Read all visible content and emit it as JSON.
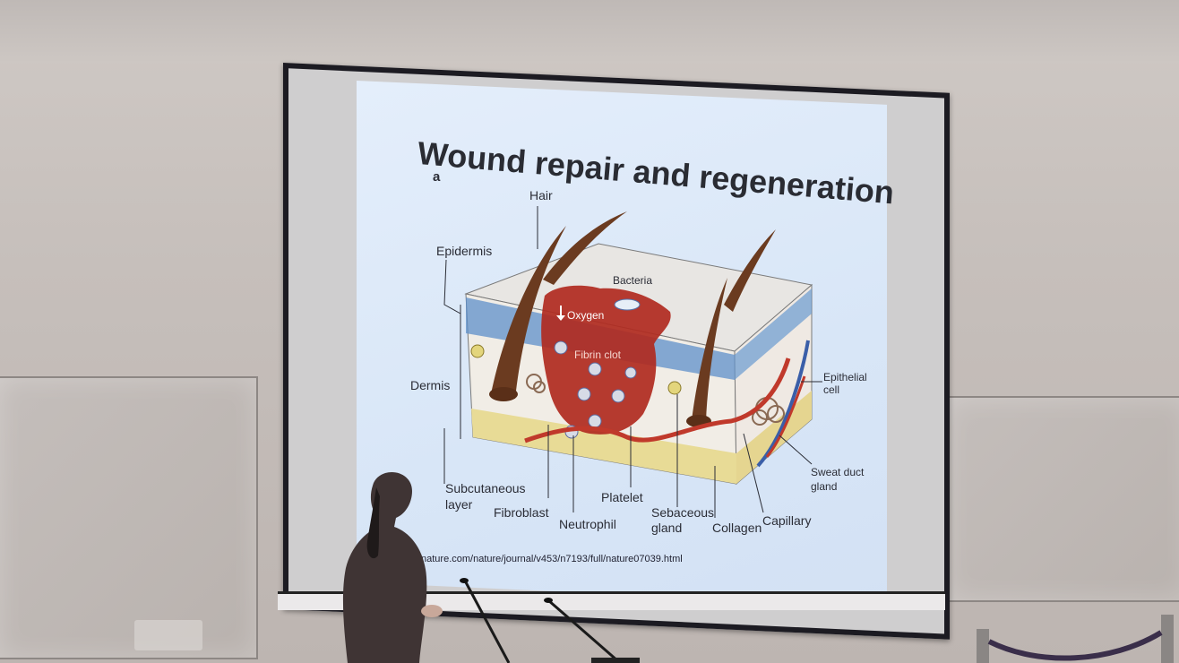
{
  "slide": {
    "title": "Wound repair and regeneration",
    "panel_letter": "a",
    "labels": {
      "hair": "Hair",
      "epidermis": "Epidermis",
      "bacteria": "Bacteria",
      "oxygen": "Oxygen",
      "fibrin_clot": "Fibrin clot",
      "epithelial_cell_1": "Epithelial",
      "epithelial_cell_2": "cell",
      "dermis": "Dermis",
      "subcutaneous_1": "Subcutaneous",
      "subcutaneous_2": "layer",
      "fibroblast": "Fibroblast",
      "neutrophil": "Neutrophil",
      "platelet": "Platelet",
      "sebaceous_1": "Sebaceous",
      "sebaceous_2": "gland",
      "collagen": "Collagen",
      "capillary": "Capillary",
      "sweat_duct_1": "Sweat duct",
      "sweat_duct_2": "gland"
    },
    "source_url": "nature.com/nature/journal/v453/n7193/full/nature07039.html"
  },
  "colors": {
    "slide_bg": "#dbe7f7",
    "skin_top": "#e9e6e2",
    "epidermis_blue": "#5d8fc9",
    "dermis": "#f2efe8",
    "subcutaneous": "#e9dc9a",
    "clot_red": "#b02a1f",
    "hair_brown": "#6b3b20",
    "wall": "#c8c1bd",
    "frame": "#1c1b22"
  }
}
